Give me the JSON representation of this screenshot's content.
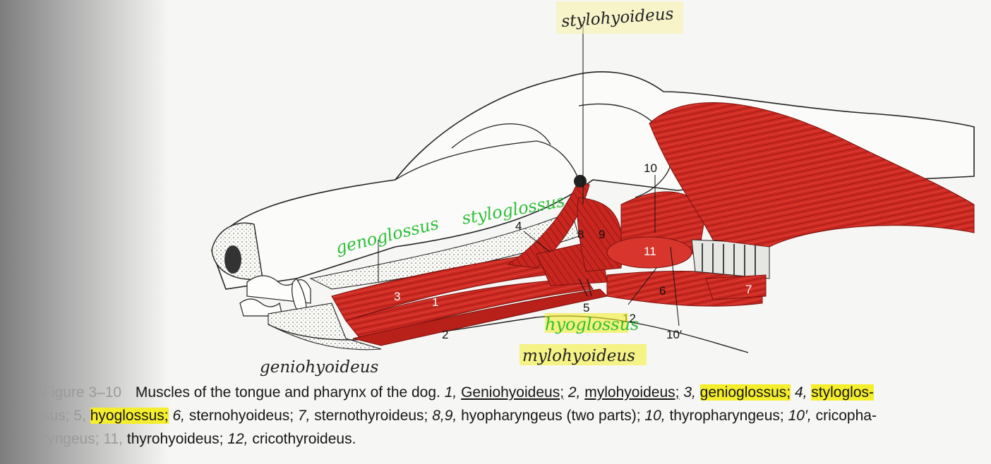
{
  "figure": {
    "labels": {
      "l1": "1",
      "l2": "2",
      "l3": "3",
      "l4": "4",
      "l5": "5",
      "l6": "6",
      "l7": "7",
      "l8": "8",
      "l9": "9",
      "l10": "10",
      "l10p": "10′",
      "l11": "11",
      "l12": "12"
    },
    "handwritten": {
      "stylohyoideus": "stylohyoideus",
      "genoglossus": "genoglossus",
      "styloglossus": "styloglossus",
      "hyoglossus": "hyoglossus",
      "mylohyoideus": "mylohyoideus",
      "geniohyoideus": "geniohyoideus"
    }
  },
  "caption": {
    "figure_number": "Figure 3–10",
    "title": "Muscles of the tongue and pharynx of the dog.",
    "items": [
      {
        "num": "1,",
        "name": "Geniohyoideus;"
      },
      {
        "num": "2,",
        "name": "mylohyoideus;"
      },
      {
        "num": "3,",
        "name": "genioglossus;"
      },
      {
        "num": "4,",
        "name": "styloglos-"
      },
      {
        "num": "sus; 5,",
        "name": "hyoglossus;"
      },
      {
        "num": "6,",
        "name": "sternohyoideus;"
      },
      {
        "num": "7,",
        "name": "sternothyroideus;"
      },
      {
        "num": "8,9,",
        "name": "hyopharyngeus (two parts);"
      },
      {
        "num": "10,",
        "name": "thyropharyngeus;"
      },
      {
        "num": "10′,",
        "name": "cricopha-"
      },
      {
        "num": "ryngeus; 11,",
        "name": "thyrohyoideus;"
      },
      {
        "num": "12,",
        "name": "cricothyroideus."
      }
    ]
  },
  "colors": {
    "muscle": "#c8251f",
    "muscle_dark": "#8e1712",
    "handwriting_green": "#2fbf3a",
    "highlight": "#f4ee2c"
  }
}
